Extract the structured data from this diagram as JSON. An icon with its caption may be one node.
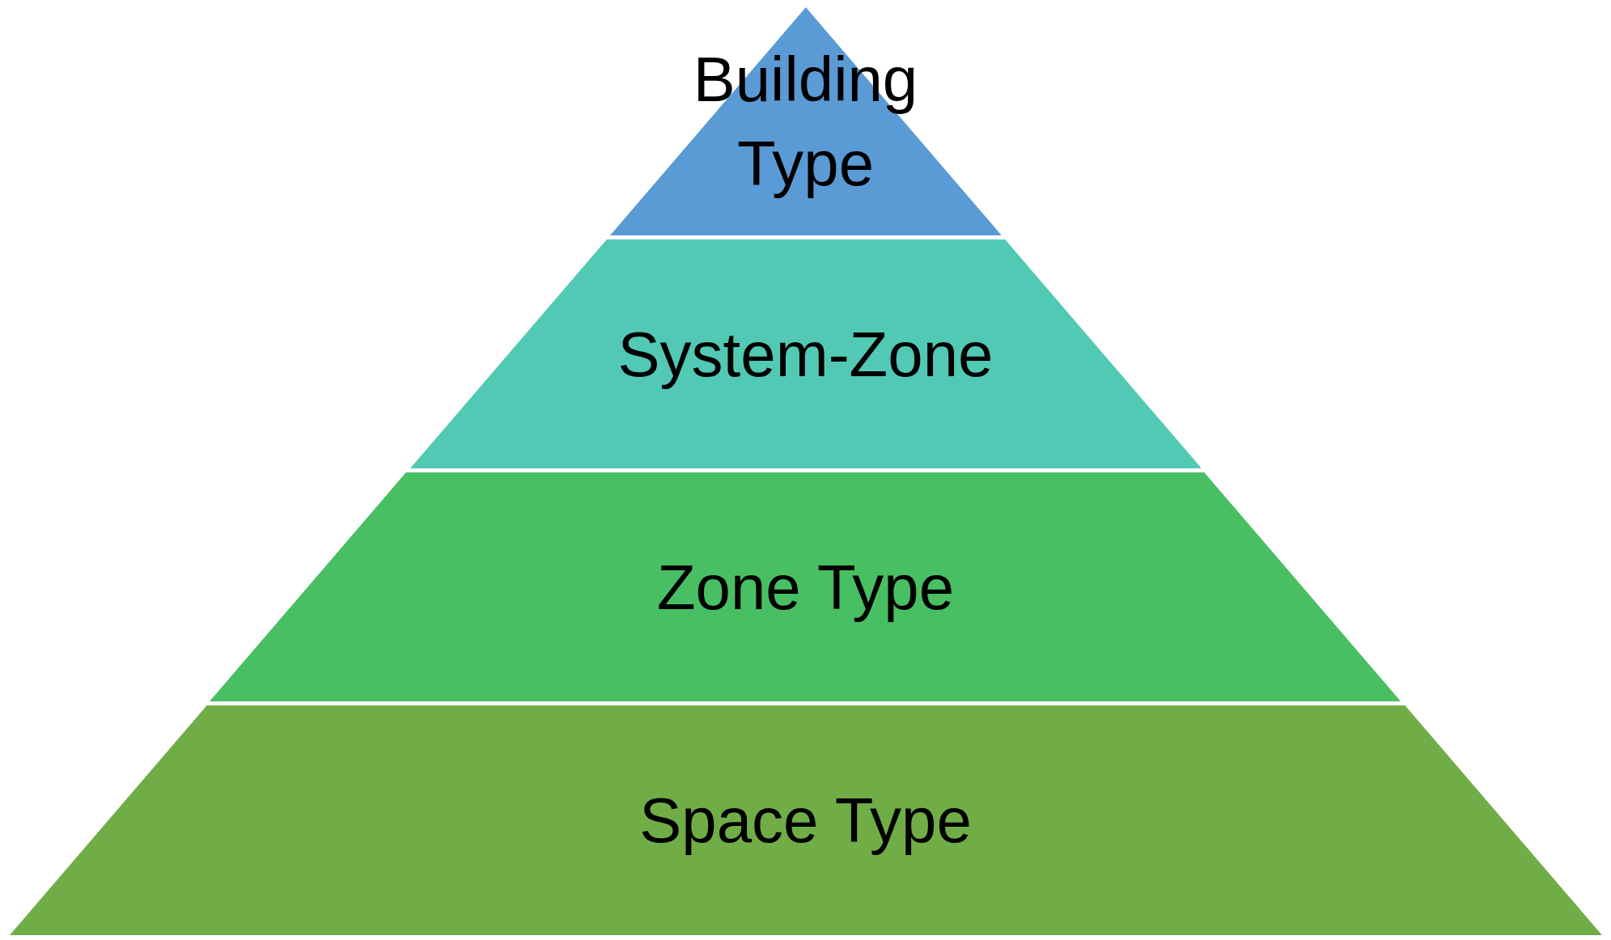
{
  "diagram": {
    "nodes": [
      {
        "text": [
          "Building Type"
        ]
      },
      {
        "text": [
          "System-Zone"
        ]
      },
      {
        "text": [
          "Zone Type"
        ]
      },
      {
        "text": [
          "Space Type"
        ]
      }
    ]
  }
}
